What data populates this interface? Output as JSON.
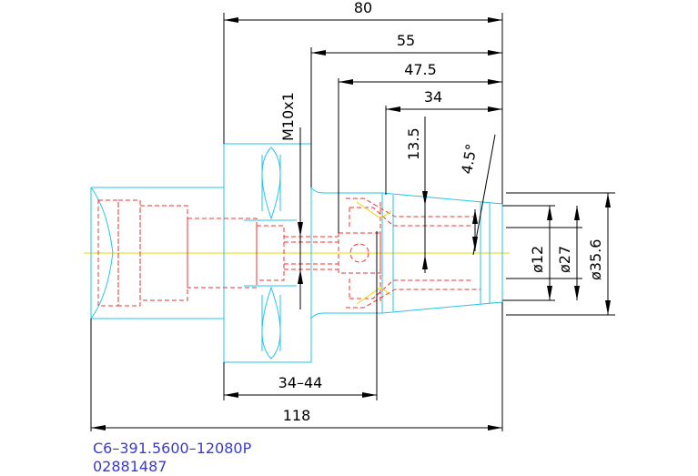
{
  "dimensions": {
    "d80": "80",
    "d55": "55",
    "d47_5": "47.5",
    "d34": "34",
    "d13_5": "13.5",
    "angle": "4.5°",
    "thread": "M10x1",
    "dia12": "ø12",
    "dia27": "ø27",
    "dia35_6": "ø35.6",
    "d34_44": "34–44",
    "d118": "118"
  },
  "part": {
    "code": "C6–391.5600–12080P",
    "number": "02881487"
  },
  "colors": {
    "outline": "#22c6e8",
    "hidden": "#e33333",
    "centerline": "#e8d800",
    "dimension": "#000000",
    "code_text": "#3a3ad0"
  }
}
